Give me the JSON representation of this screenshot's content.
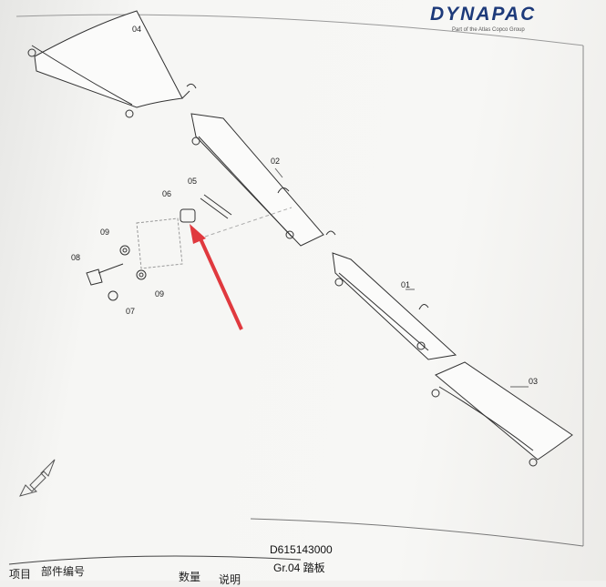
{
  "header": {
    "brand": "DYNAPAC",
    "tagline": "Part of the Atlas Copco Group"
  },
  "callouts": [
    "04",
    "02",
    "01",
    "03",
    "06",
    "05",
    "09",
    "08",
    "09",
    "07"
  ],
  "footer": {
    "document_number": "D615143000",
    "group": "Gr.04 踏板"
  },
  "table_headers": {
    "item": "项目",
    "part_number": "部件编号",
    "quantity": "数量",
    "description": "说明"
  },
  "colors": {
    "brand": "#1d3a7a",
    "arrow": "#e0393e"
  }
}
